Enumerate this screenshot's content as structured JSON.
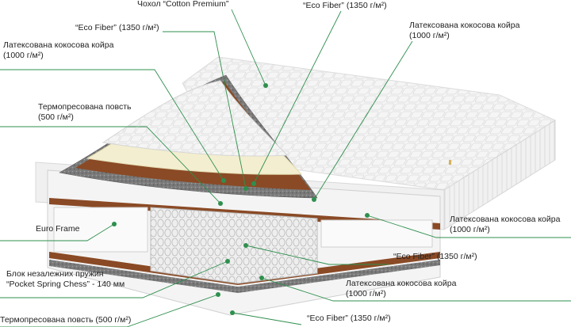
{
  "colors": {
    "leader_line": "#2f8f4e",
    "leader_dot": "#2f8f4e",
    "cover": "#f4f4f4",
    "coir": "#8a4a25",
    "felt": "#6f6f6f",
    "latex_cream": "#f3eecf",
    "springs": "#e9e9e9"
  },
  "labels": {
    "cover": {
      "line1": "Чохол “Cotton Premium”"
    },
    "eco_top_left": {
      "line1": "“Eco Fiber” (1350 г/м²)"
    },
    "eco_top_right": {
      "line1": "“Eco Fiber” (1350 г/м²)"
    },
    "coir_top_left": {
      "line1": "Латексована кокосова койра",
      "line2": "(1000 г/м²)"
    },
    "coir_top_right": {
      "line1": "Латексована кокосова койра",
      "line2": "(1000 г/м²)"
    },
    "felt_top": {
      "line1": "Термопресована повсть",
      "line2": "(500 г/м²)"
    },
    "coir_right_mid": {
      "line1": "Латексована кокосова койра",
      "line2": "(1000 г/м²)"
    },
    "euro_frame": {
      "line1": "Euro Frame"
    },
    "eco_right_mid": {
      "line1": "“Eco Fiber” (1350 г/м²)"
    },
    "springs": {
      "line1": "Блок незалежних пружин",
      "line2": "“Pocket Spring Chess” - 140 мм"
    },
    "coir_right_low": {
      "line1": "Латексована кокосова койра",
      "line2": "(1000 г/м²)"
    },
    "felt_bottom": {
      "line1": "Термопресована повсть (500 г/м²)"
    },
    "eco_bottom": {
      "line1": "“Eco Fiber” (1350 г/м²)"
    }
  }
}
